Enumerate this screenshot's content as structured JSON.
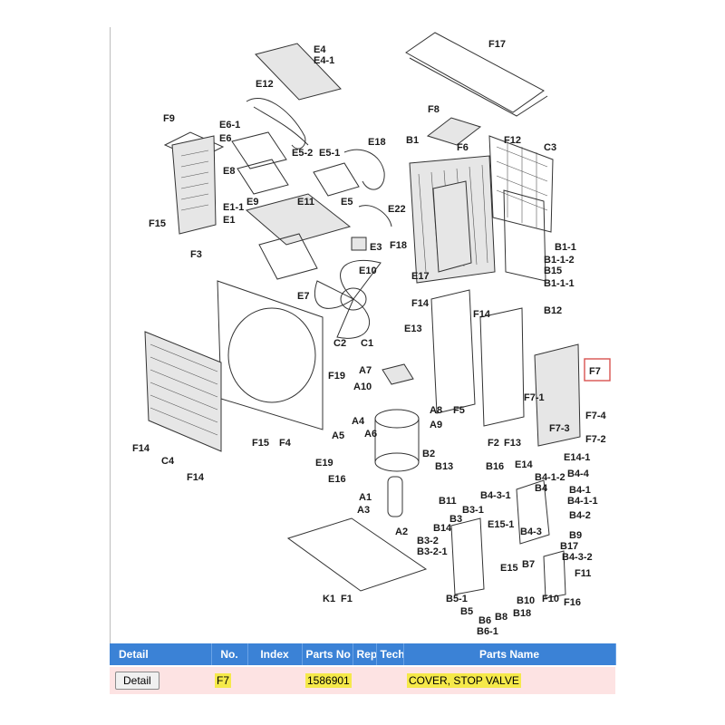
{
  "diagram": {
    "labels": [
      "E4",
      "E4-1",
      "F17",
      "E12",
      "F8",
      "F9",
      "E6-1",
      "E6",
      "B1",
      "F6",
      "F12",
      "C3",
      "E18",
      "E5-2",
      "E5-1",
      "E8",
      "E5",
      "F15",
      "E1-1",
      "E9",
      "E11",
      "E22",
      "E1",
      "F3",
      "E3",
      "F18",
      "B1-1",
      "B1-1-2",
      "E10",
      "E17",
      "B15",
      "B1-1-1",
      "E7",
      "F14",
      "B12",
      "E13",
      "F14",
      "C2",
      "C1",
      "F19",
      "F7",
      "A7",
      "A10",
      "F7-1",
      "F7-4",
      "A8",
      "A9",
      "F5",
      "F7-3",
      "F7-2",
      "A5",
      "A4",
      "A6",
      "F14",
      "C4",
      "F15",
      "F4",
      "F2",
      "F13",
      "E14-1",
      "E19",
      "E16",
      "B2",
      "B13",
      "B16",
      "E14",
      "B4-4",
      "B4-1-2",
      "F14",
      "B4-3-1",
      "B4",
      "B4-1",
      "B4-1-1",
      "A1",
      "B11",
      "B3-1",
      "A3",
      "B4-2",
      "E15-1",
      "B4-3",
      "B3",
      "B14",
      "A2",
      "B9",
      "B3-2",
      "B17",
      "B3-2-1",
      "B4-3-2",
      "B7",
      "E15",
      "F11",
      "K1",
      "F1",
      "B5-1",
      "F10",
      "F16",
      "B10",
      "B5",
      "B8",
      "B18",
      "B6",
      "B6-1"
    ],
    "highlighted_label": "F7"
  },
  "table": {
    "headers": {
      "detail": "Detail",
      "no": "No.",
      "index": "Index",
      "parts_no": "Parts No",
      "rep": "Rep",
      "tech": "Tech",
      "parts_name": "Parts Name"
    },
    "rows": [
      {
        "detail_button": "Detail",
        "no": "F7",
        "index": "",
        "parts_no": "1586901",
        "rep": "",
        "tech": "",
        "parts_name": "COVER, STOP VALVE"
      }
    ]
  },
  "colors": {
    "header_bg": "#3b82d6",
    "row_bg": "#fde3e3",
    "highlight": "#f5e94a",
    "callout_border": "#d9534f"
  }
}
